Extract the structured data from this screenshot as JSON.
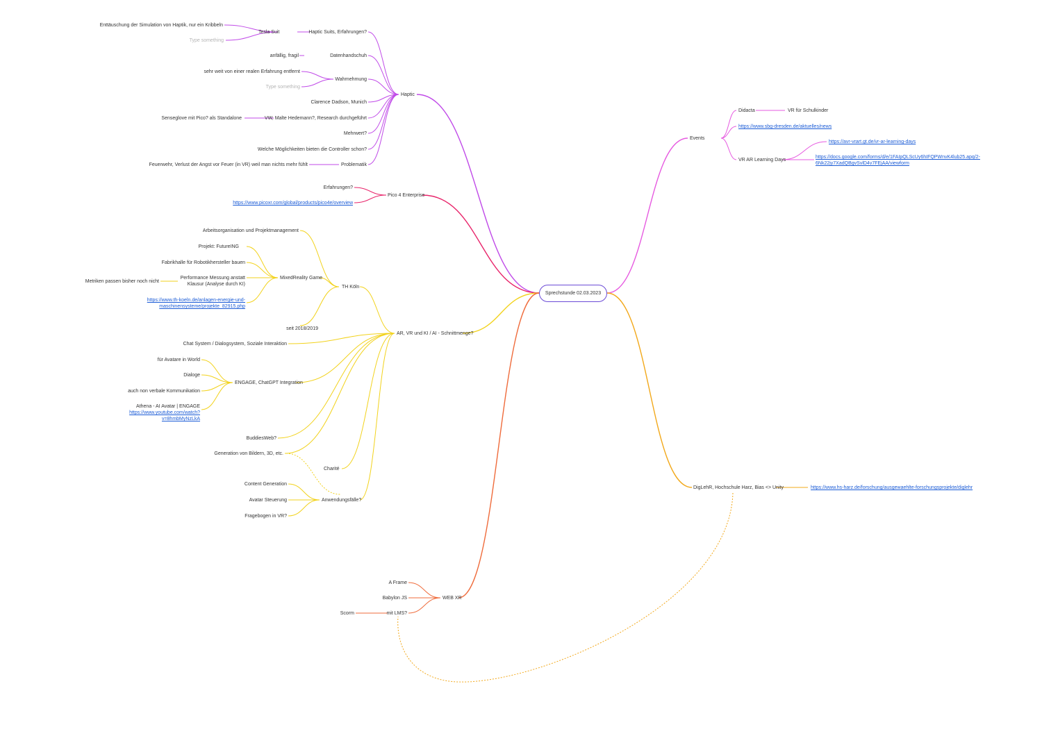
{
  "colors": {
    "haptic": "#c04ae8",
    "pico": "#e8246a",
    "ar": "#f2d21b",
    "web": "#ef6b3b",
    "events": "#e659e0",
    "diglehr": "#f2a81a",
    "link_text": "#1a5bd6",
    "central_border": "#6b4ad6"
  },
  "central": "Sprechstunde 02.03.2023",
  "haptic": {
    "label": "Haptic",
    "suits": "Haptic Suits, Erfahrungen?",
    "tesla": "Tesla Suit",
    "tesla_note": "Enttäuschung der Simulation von Haptik, nur ein Kribbeln",
    "tesla_placeholder": "Type something",
    "datenhandschuh": "Datenhandschuh",
    "datenhandschuh_note": "anfällig, fragil",
    "wahrnehmung": "Wahrnehmung",
    "wahrnehmung_note": "sehr weit von einer realen Erfahrung entfernt",
    "wahrnehmung_placeholder": "Type something",
    "clarence": "Clarence Dadson, Munich",
    "vw": "VW, Malte Hedemann?, Research durchgeführt",
    "vw_note": "Senseglove mit Pico? als Standalone",
    "mehrwert": "Mehrwert?",
    "controller": "Welche Möglichkeiten bieten die Controller schon?",
    "problematik": "Problematik",
    "problematik_note": "Feuerwehr, Verlust der Angst vor Feuer (in VR) weil man nichts mehr fühlt"
  },
  "pico": {
    "label": "Pico 4 Enterprise",
    "erfahrungen": "Erfahrungen?",
    "url": "https://www.picoxr.com/global/products/pico4e/overview"
  },
  "ar": {
    "label": "AR, VR und KI / AI - Schnittmenge?",
    "th_koeln": "TH Köln",
    "arbeits": "Arbeitsorganisation und Projektmanagement",
    "projekt": "Projekt: FutureING",
    "fabrik": "Fabrikhalle für Robotikhersteller bauen",
    "mixed": "MixedReality Game",
    "performance_1": "Performance Messung anstatt",
    "performance_2": "Klausur (Analyse durch KI)",
    "metriken": "Metriken passen bisher noch nicht",
    "th_url_1": "https://www.th-koeln.de/anlagen-energie-und-",
    "th_url_2": "maschinensysteme/projekte_82915.php",
    "seit": "seit 2018/2019",
    "chat": "Chat System / Dialogsystem, Soziale Interaktion",
    "engage": "ENGAGE, ChatGPT Integration",
    "avatare": "für Avatare in World",
    "dialoge": "Dialoge",
    "nonverbal": "auch non verbale Kommunikation",
    "athena": "Athena - AI Avatar | ENGAGE",
    "yt_1": "https://www.youtube.com/watch?",
    "yt_2": "v=8hmbMyNzLkA",
    "buddies": "BuddiesWeb?",
    "generation": "Generation von Bildern, 3D, etc.",
    "charite": "Charité",
    "anwendung": "Anwendungsfälle?",
    "content": "Content Generation",
    "avatar_steuerung": "Avatar Steuerung",
    "frage": "Fragebogen in VR?"
  },
  "web": {
    "label": "WEB XR",
    "aframe": "A Frame",
    "babylon": "Babylon JS",
    "lms": "mit LMS?",
    "scorm": "Scorm"
  },
  "events": {
    "label": "Events",
    "didacta": "Didacta",
    "vr_schul": "VR für Schulkinder",
    "sbg_url": "https://www.sbg-dresden.de/aktuelles/news",
    "learning_days": "VR AR Learning Days",
    "vrar_url": "https://avr-vrart.gt.de/vr-ar-learning-days",
    "forms_url_1": "https://docs.google.com/forms/d/e/1FAIpQLScUy6hIFQPWnvK4lub25.apq/2-",
    "forms_url_2": "6Nk22jy7XadQBgvSvlD4v7FEjAA/viewform"
  },
  "diglehr": {
    "label": "DigLehR, Hochschule Harz, Bias <> Unity",
    "url": "https://www.hs-harz.de/forschung/ausgewaehlte-forschungsprojekte/diglehr"
  }
}
